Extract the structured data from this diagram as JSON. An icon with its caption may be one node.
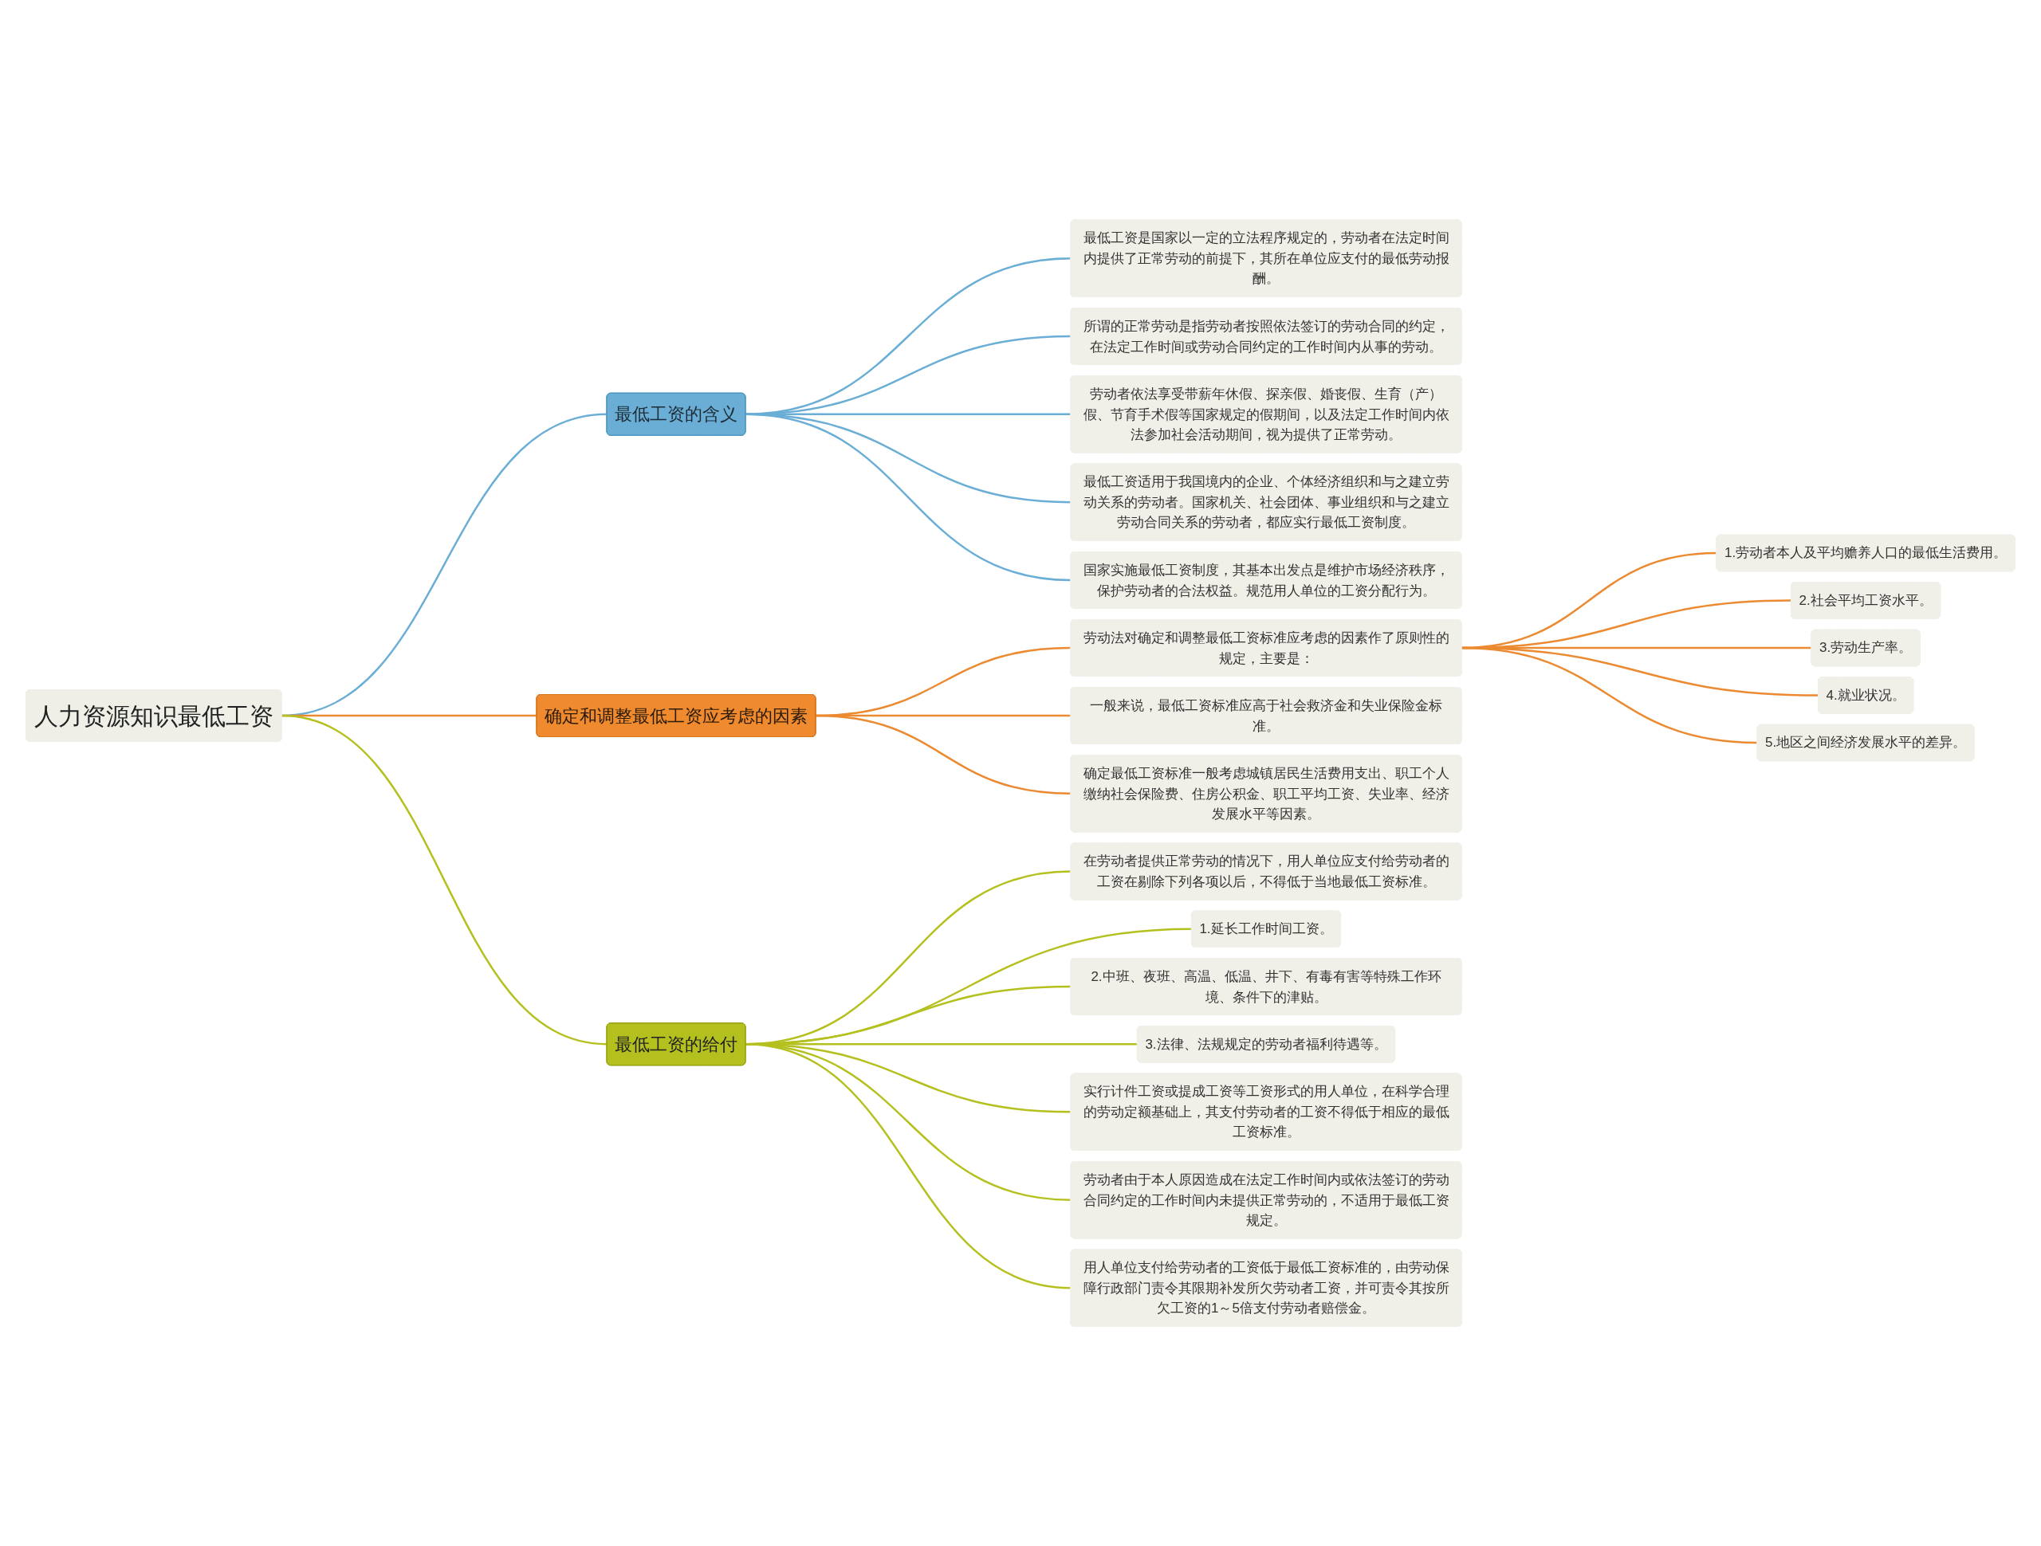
{
  "diagram": {
    "nodes": [
      {
        "text": [
          "人力资源知识最低工资"
        ]
      },
      {
        "text": [
          "最低工资的含义"
        ]
      },
      {
        "text": [
          "最低工资是国家以一定的立法程序规定的，劳动者在法定时间内提供了正常劳动的前提下，其所在单位应支付的最低劳动报酬。"
        ]
      },
      {
        "text": [
          "所谓的正常劳动是指劳动者按照依法签订的劳动合同的约定，在法定工作时间或劳动合同约定的工作时间内从事的劳动。"
        ]
      },
      {
        "text": [
          "劳动者依法享受带薪年休假、探亲假、婚丧假、生育（产）假、节育手术假等国家规定的假期间，以及法定工作时间内依法参加社会活动期间，视为提供了正常劳动。"
        ]
      },
      {
        "text": [
          "最低工资适用于我国境内的企业、个体经济组织和与之建立劳动关系的劳动者。国家机关、社会团体、事业组织和与之建立劳动合同关系的劳动者，都应实行最低工资制度。"
        ]
      },
      {
        "text": [
          "国家实施最低工资制度，其基本出发点是维护市场经济秩序，保护劳动者的合法权益。规范用人单位的工资分配行为。"
        ]
      },
      {
        "text": [
          "确定和调整最低工资应考虑的因素"
        ]
      },
      {
        "text": [
          "劳动法对确定和调整最低工资标准应考虑的因素作了原则性的规定，主要是："
        ]
      },
      {
        "text": [
          "1.劳动者本人及平均赡养人口的最低生活费用。"
        ]
      },
      {
        "text": [
          "2.社会平均工资水平。"
        ]
      },
      {
        "text": [
          "3.劳动生产率。"
        ]
      },
      {
        "text": [
          "4.就业状况。"
        ]
      },
      {
        "text": [
          "5.地区之间经济发展水平的差异。"
        ]
      },
      {
        "text": [
          "一般来说，最低工资标准应高于社会救济金和失业保险金标准。"
        ]
      },
      {
        "text": [
          "确定最低工资标准一般考虑城镇居民生活费用支出、职工个人缴纳社会保险费、住房公积金、职工平均工资、失业率、经济发展水平等因素。"
        ]
      },
      {
        "text": [
          "最低工资的给付"
        ]
      },
      {
        "text": [
          "在劳动者提供正常劳动的情况下，用人单位应支付给劳动者的工资在剔除下列各项以后，不得低于当地最低工资标准。"
        ]
      },
      {
        "text": [
          "1.延长工作时间工资。"
        ]
      },
      {
        "text": [
          "2.中班、夜班、高温、低温、井下、有毒有害等特殊工作环境、条件下的津贴。"
        ]
      },
      {
        "text": [
          "3.法律、法规规定的劳动者福利待遇等。"
        ]
      },
      {
        "text": [
          "实行计件工资或提成工资等工资形式的用人单位，在科学合理的劳动定额基础上，其支付劳动者的工资不得低于相应的最低工资标准。"
        ]
      },
      {
        "text": [
          "劳动者由于本人原因造成在法定工作时间内或依法签订的劳动合同约定的工作时间内未提供正常劳动的，不适用于最低工资规定。"
        ]
      },
      {
        "text": [
          "用人单位支付给劳动者的工资低于最低工资标准的，由劳动保障行政部门责令其限期补发所欠劳动者工资，并可责令其按所欠工资的1～5倍支付劳动者赔偿金。"
        ]
      }
    ],
    "edges": [
      {
        "from": 0,
        "to": 1,
        "arrow": "none",
        "color": "#6aaed6"
      },
      {
        "from": 1,
        "to": 2,
        "arrow": "none",
        "color": "#6aaed6"
      },
      {
        "from": 1,
        "to": 3,
        "arrow": "none",
        "color": "#6aaed6"
      },
      {
        "from": 1,
        "to": 4,
        "arrow": "none",
        "color": "#6aaed6"
      },
      {
        "from": 1,
        "to": 5,
        "arrow": "none",
        "color": "#6aaed6"
      },
      {
        "from": 1,
        "to": 6,
        "arrow": "none",
        "color": "#6aaed6"
      },
      {
        "from": 0,
        "to": 7,
        "arrow": "none",
        "color": "#ec8a32"
      },
      {
        "from": 7,
        "to": 8,
        "arrow": "none",
        "color": "#ec8a32"
      },
      {
        "from": 8,
        "to": 9,
        "arrow": "none",
        "color": "#ec8a32"
      },
      {
        "from": 8,
        "to": 10,
        "arrow": "none",
        "color": "#ec8a32"
      },
      {
        "from": 8,
        "to": 11,
        "arrow": "none",
        "color": "#ec8a32"
      },
      {
        "from": 8,
        "to": 12,
        "arrow": "none",
        "color": "#ec8a32"
      },
      {
        "from": 8,
        "to": 13,
        "arrow": "none",
        "color": "#ec8a32"
      },
      {
        "from": 7,
        "to": 14,
        "arrow": "none",
        "color": "#ec8a32"
      },
      {
        "from": 7,
        "to": 15,
        "arrow": "none",
        "color": "#ec8a32"
      },
      {
        "from": 0,
        "to": 16,
        "arrow": "none",
        "color": "#b4c01e"
      },
      {
        "from": 16,
        "to": 17,
        "arrow": "none",
        "color": "#b4c01e"
      },
      {
        "from": 16,
        "to": 18,
        "arrow": "none",
        "color": "#b4c01e"
      },
      {
        "from": 16,
        "to": 19,
        "arrow": "none",
        "color": "#b4c01e"
      },
      {
        "from": 16,
        "to": 20,
        "arrow": "none",
        "color": "#b4c01e"
      },
      {
        "from": 16,
        "to": 21,
        "arrow": "none",
        "color": "#b4c01e"
      },
      {
        "from": 16,
        "to": 22,
        "arrow": "none",
        "color": "#b4c01e"
      },
      {
        "from": 16,
        "to": 23,
        "arrow": "none",
        "color": "#b4c01e"
      }
    ]
  }
}
